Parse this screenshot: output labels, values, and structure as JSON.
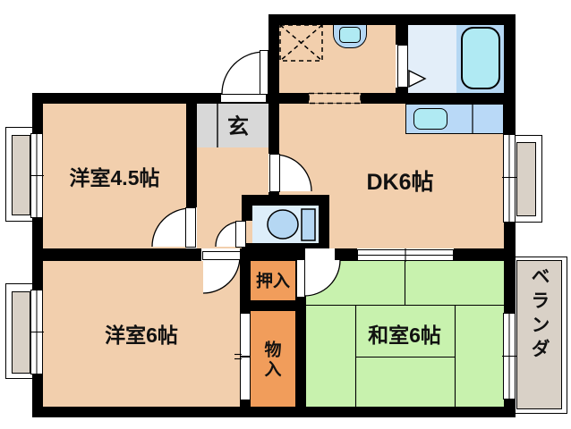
{
  "plan_type": "apartment-floor-plan",
  "rooms": {
    "western45": {
      "label": "洋室4.5帖"
    },
    "dk": {
      "label": "DK6帖"
    },
    "western6": {
      "label": "洋室6帖"
    },
    "washitsu": {
      "label": "和室6帖"
    },
    "genkan": {
      "label": "玄"
    },
    "oshiire": {
      "label": "押入"
    },
    "monoire": {
      "label": "物入"
    },
    "veranda": {
      "label": "ベランダ"
    }
  },
  "fixtures": [
    "bathtub",
    "wash-basin",
    "washing-machine-pan",
    "kitchen-sink",
    "toilet"
  ],
  "colors": {
    "floor": "#f2cfad",
    "tatami": "#c8f2ae",
    "closet": "#f19d5b",
    "genkan": "#d8d8d8",
    "toilet_floor": "#ddeefa",
    "bath_floor": "#e3eef9",
    "fixture_blue": "#b5d7f3",
    "fixture_cyan": "#b0eaf3",
    "counter_blue": "#b9d9f7",
    "exterior_gray": "#d9d1c7",
    "wall": "#000000"
  }
}
